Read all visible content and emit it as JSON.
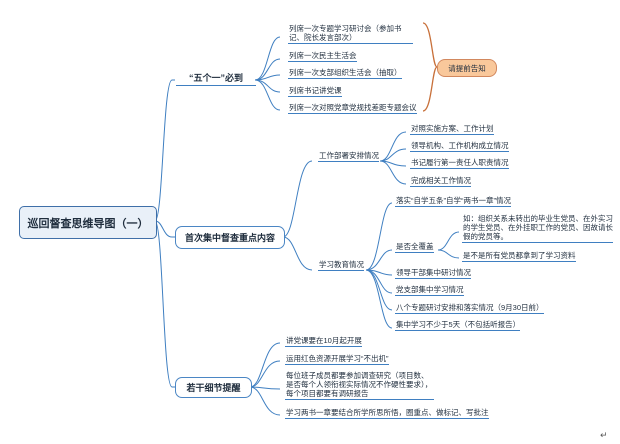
{
  "root": {
    "title": "巡回督查思维导图（一）"
  },
  "branches": [
    {
      "label": "“五个一”必到",
      "children": [
        "列席一次专题学习研讨会（参加书记、院长发言部次）",
        "列席一次民主生活会",
        "列席一次支部组织生活会（抽取）",
        "列席书记讲党课",
        "列席一次对照党章党规找差距专题会议"
      ],
      "callout": "请提前告知"
    },
    {
      "label": "首次集中督查重点内容",
      "groups": [
        {
          "label": "工作部署安排情况",
          "children": [
            "对照实施方案、工作计划",
            "领导机构、工作机构成立情况",
            "书记履行第一责任人职责情况",
            "完成相关工作情况"
          ]
        },
        {
          "label": "学习教育情况",
          "children": [
            "落实“自学五条”自学“两书一章”情况",
            "是否全覆盖",
            "领导干部集中研讨情况",
            "党支部集中学习情况",
            "八个专题研讨安排和落实情况（9月30日前）",
            "集中学习不少于5天（不包括听报告）"
          ],
          "coverage": [
            "如：组织关系未转出的毕业生党员、在外实习的学生党员、在外挂职工作的党员、因故请长假的党员等。",
            "是不是所有党员都拿到了学习资料"
          ]
        }
      ]
    },
    {
      "label": "若干细节提醒",
      "children": [
        "讲党课要在10月起开展",
        "运用红色资源开展学习“不出机”",
        "每位班子成员都要参加调查研究（项目数、是否每个人领衔视实际情况不作硬性要求），每个项目都要有调研报告",
        "学习两书一章要结合所学所思所悟，圈重点、做标记、写批注"
      ]
    }
  ],
  "footer": {
    "mark": "↵"
  },
  "colors": {
    "line": "#3f7fc1",
    "callout_fill": "#f9c89b",
    "callout_line": "#c8703a"
  }
}
